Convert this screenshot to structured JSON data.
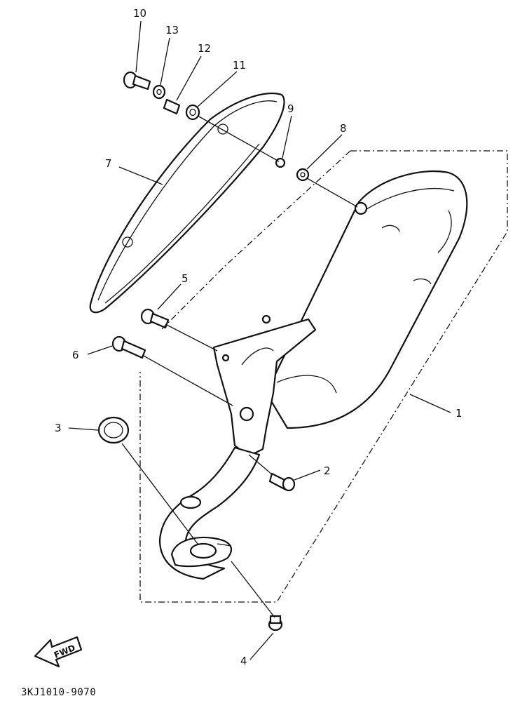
{
  "callouts": [
    {
      "id": "1",
      "text": "1"
    },
    {
      "id": "2",
      "text": "2"
    },
    {
      "id": "3",
      "text": "3"
    },
    {
      "id": "4",
      "text": "4"
    },
    {
      "id": "5",
      "text": "5"
    },
    {
      "id": "6",
      "text": "6"
    },
    {
      "id": "7",
      "text": "7"
    },
    {
      "id": "8",
      "text": "8"
    },
    {
      "id": "9",
      "text": "9"
    },
    {
      "id": "10",
      "text": "10"
    },
    {
      "id": "11",
      "text": "11"
    },
    {
      "id": "12",
      "text": "12"
    },
    {
      "id": "13",
      "text": "13"
    }
  ],
  "fwd_label": "FWD",
  "drawing_code": "3KJ1010-9070"
}
